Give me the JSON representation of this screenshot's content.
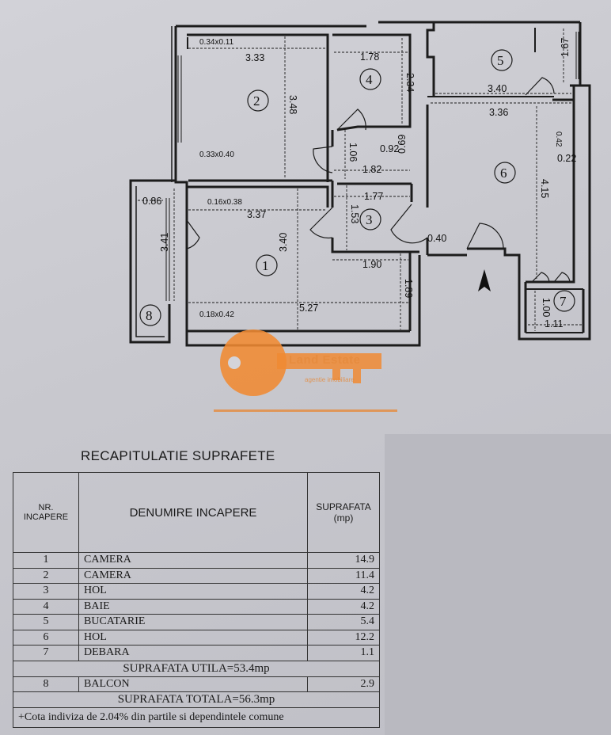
{
  "plan": {
    "rooms": [
      "1",
      "2",
      "3",
      "4",
      "5",
      "6",
      "7",
      "8"
    ],
    "dims": {
      "d034x011": "0.34x0.11",
      "d333": "3.33",
      "d178": "1.78",
      "d234": "2.34",
      "d167": "1.67",
      "d340a": "3.40",
      "d336": "3.36",
      "d348": "3.48",
      "d033x040": "0.33x0.40",
      "d106": "1.06",
      "d092": "0.92",
      "d069": "0.69",
      "d182": "1.82",
      "d042": "0.42",
      "d022": "0.22",
      "d086": "0.86",
      "d016x038": "0.16x0.38",
      "d337": "3.37",
      "d177": "1.77",
      "d153": "1.53",
      "d415": "4.15",
      "d040": "0.40",
      "d341": "3.41",
      "d340b": "3.40",
      "d190": "1.90",
      "d189": "1.89",
      "d527": "5.27",
      "d018x042": "0.18x0.42",
      "d100": "1.00",
      "d111": "1.11"
    }
  },
  "logo": {
    "name": "Land Estate",
    "subtitle": "agentie imobiliare"
  },
  "summary": {
    "title": "RECAPITULATIE SUPRAFETE",
    "headers": {
      "nr": "NR. INCAPERE",
      "name": "DENUMIRE INCAPERE",
      "area": "SUPRAFATA (mp)"
    },
    "rows": [
      {
        "nr": "1",
        "name": "CAMERA",
        "area": "14.9"
      },
      {
        "nr": "2",
        "name": "CAMERA",
        "area": "11.4"
      },
      {
        "nr": "3",
        "name": "HOL",
        "area": "4.2"
      },
      {
        "nr": "4",
        "name": "BAIE",
        "area": "4.2"
      },
      {
        "nr": "5",
        "name": "BUCATARIE",
        "area": "5.4"
      },
      {
        "nr": "6",
        "name": "HOL",
        "area": "12.2"
      },
      {
        "nr": "7",
        "name": "DEBARA",
        "area": "1.1"
      }
    ],
    "util": "SUPRAFATA UTILA=53.4mp",
    "balcony": {
      "nr": "8",
      "name": "BALCON",
      "area": "2.9"
    },
    "total": "SUPRAFATA TOTALA=56.3mp",
    "footnote": "+Cota indiviza de 2.04% din partile si dependintele comune"
  }
}
